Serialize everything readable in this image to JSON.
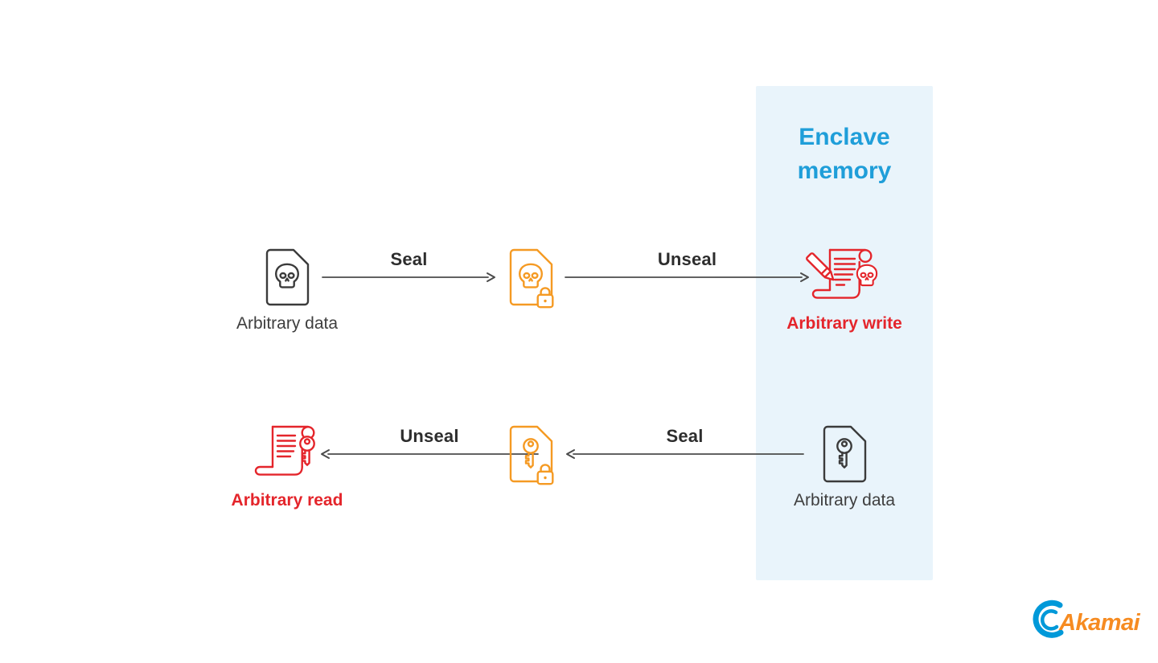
{
  "diagram": {
    "enclave": {
      "title_line1": "Enclave",
      "title_line2": "memory",
      "bg_color": "#e9f4fb",
      "text_color": "#1f9ed9"
    },
    "rows": [
      {
        "name": "arbitrary-write-flow",
        "direction": "left-to-right",
        "source_label": "Arbitrary data",
        "seal_label": "Seal",
        "unseal_label": "Unseal",
        "result_label": "Arbitrary write",
        "icons": {
          "source": "document-skull-icon",
          "sealed": "sealed-document-skull-lock-icon",
          "result": "scroll-pencil-skull-icon"
        }
      },
      {
        "name": "arbitrary-read-flow",
        "direction": "right-to-left",
        "source_label": "Arbitrary data",
        "seal_label": "Seal",
        "unseal_label": "Unseal",
        "result_label": "Arbitrary read",
        "icons": {
          "source": "document-key-icon",
          "sealed": "sealed-document-key-lock-icon",
          "result": "scroll-key-icon"
        }
      }
    ]
  },
  "colors": {
    "plain_stroke": "#3b3b3b",
    "sealed_stroke": "#f59a23",
    "attack_stroke": "#e4252b",
    "arrow": "#4b4b4b",
    "enclave_bg": "#e9f4fb",
    "enclave_text": "#1f9ed9",
    "logo_blue": "#0099d9",
    "logo_orange": "#f68b21"
  },
  "logo": {
    "brand": "Akamai"
  }
}
